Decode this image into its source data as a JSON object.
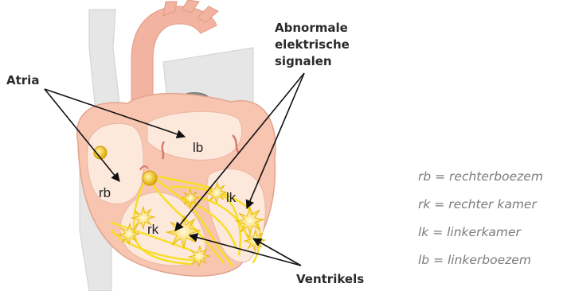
{
  "callouts": {
    "atria": "Atria",
    "abnormal": [
      "Abnormale",
      "elektrische",
      "signalen"
    ],
    "ventrikels": "Ventrikels"
  },
  "chambers": {
    "lb": "lb",
    "rb": "rb",
    "lk": "lk",
    "rk": "rk"
  },
  "legend": [
    "rb = rechterboezem",
    "rk = rechter kamer",
    "lk = linkerkamer",
    "lb = linkerboezem"
  ],
  "colors": {
    "heart_outer": "#f7c5b0",
    "heart_inner": "#fde8dc",
    "vessel_grey": "#e6e6e6",
    "conduction": "#f7de25",
    "spark": "#f5c518",
    "arrow": "#111111"
  }
}
